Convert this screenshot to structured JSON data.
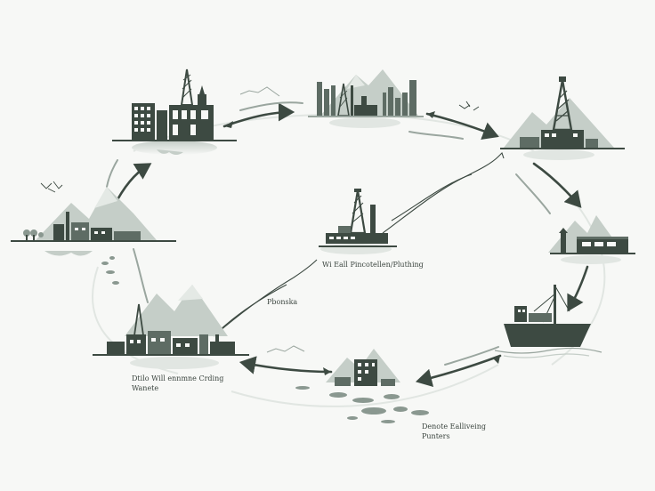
{
  "colors": {
    "background": "#f7f8f6",
    "ink": "#3d4a42",
    "mid": "#8a9890",
    "light": "#c5cec8",
    "pale": "#e4e9e5"
  },
  "labels": {
    "center_caption": "Wi Eall Pincotellen/Pluthing",
    "mid_annotation": "Pbonska",
    "bottom_left_line1": "Dtilo Will ennmne Crding",
    "bottom_left_line2": "Wanete",
    "bottom_right_line1": "Denote Ealliveing",
    "bottom_right_line2": "Punters"
  },
  "nodes": [
    {
      "id": "top-left-refinery",
      "icon": "factory-derrick-icon"
    },
    {
      "id": "top-center-city",
      "icon": "city-skyline-icon"
    },
    {
      "id": "top-right-oil-rig",
      "icon": "oil-rig-icon"
    },
    {
      "id": "left-industrial-town",
      "icon": "mountain-town-icon"
    },
    {
      "id": "center-drilling-platform",
      "icon": "drilling-platform-icon"
    },
    {
      "id": "right-warehouse",
      "icon": "warehouse-icon"
    },
    {
      "id": "right-tanker-ship",
      "icon": "ship-icon"
    },
    {
      "id": "bottom-left-plant",
      "icon": "processing-plant-icon"
    },
    {
      "id": "bottom-center-facility",
      "icon": "wetland-facility-icon"
    }
  ]
}
